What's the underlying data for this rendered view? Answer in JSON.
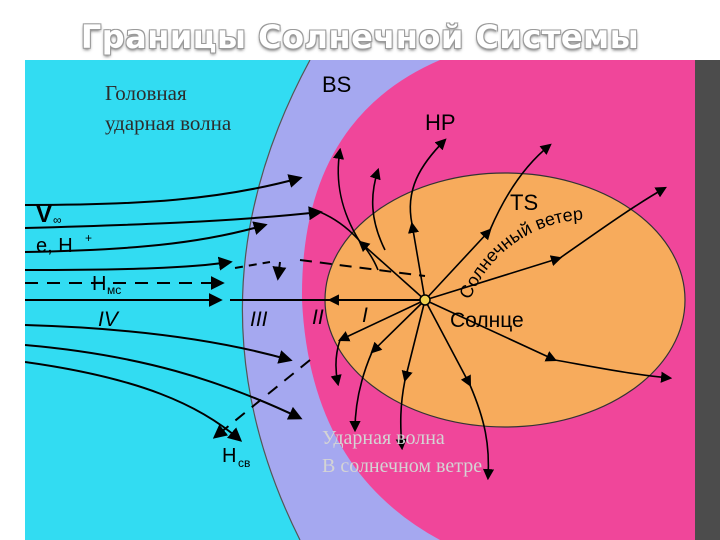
{
  "title": "Границы Солнечной Системы",
  "labels": {
    "bow_shock_caption_1": "Головная",
    "bow_shock_caption_2": "ударная волна",
    "bs": "BS",
    "hp": "HP",
    "ts": "TS",
    "v_inf_main": "V",
    "v_inf_sub": "∞",
    "e_h": "e, H",
    "e_h_sup": "+",
    "h_mc_main": "H",
    "h_mc_sub": "мс",
    "region_iv": "IV",
    "region_iii": "III",
    "region_ii": "II",
    "region_i": "I",
    "sun": "Солнце",
    "solar_wind": "Солнечный ветер",
    "h_cb_main": "H",
    "h_cb_sub": "св",
    "shock_caption_1": "Ударная волна",
    "shock_caption_2": "В солнечном ветре"
  },
  "colors": {
    "cyan": "#32dcf2",
    "lavender": "#a5a8f0",
    "pink": "#f0469a",
    "orange": "#f7ab5c",
    "bar": "#4c4c4c"
  }
}
